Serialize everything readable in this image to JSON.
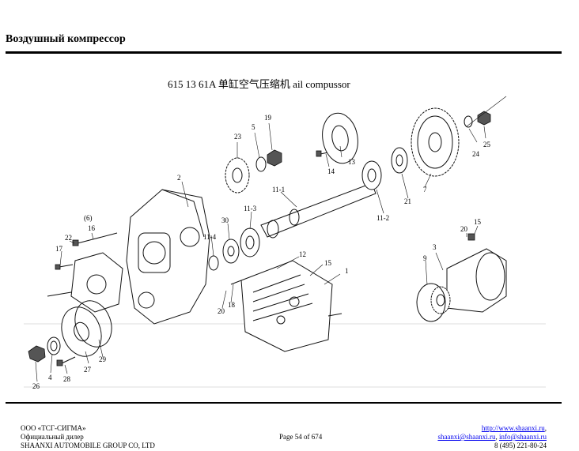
{
  "page": {
    "title": "Воздушный компрессор"
  },
  "diagram": {
    "title": "615 13 61A 单缸空气压缩机 ail compussor",
    "labels": {
      "l1": "1",
      "l2": "2",
      "l3": "3",
      "l4": "4",
      "l5": "5",
      "l6": "(6)",
      "l7": "7",
      "l9": "9",
      "l11_1": "11-1",
      "l11_2": "11-2",
      "l11_3": "11-3",
      "l11_4": "11-4",
      "l12": "12",
      "l13": "13",
      "l14": "14",
      "l15a": "15",
      "l15b": "15",
      "l16": "16",
      "l17": "17",
      "l18": "18",
      "l19": "19",
      "l20a": "20",
      "l20b": "20",
      "l21": "21",
      "l22": "22",
      "l23": "23",
      "l24": "24",
      "l25": "25",
      "l26": "26",
      "l27": "27",
      "l28": "28",
      "l29": "29",
      "l30": "30"
    }
  },
  "footer": {
    "company": "ООО «ТСГ-СИГМА»",
    "dealer": "Официальный дилер",
    "group": "SHAANXI AUTOMOBILE GROUP CO, LTD",
    "page_info": "Page 54 of 674",
    "website": "http://www.shaanxi.ru",
    "website_suffix": ",",
    "email1": "shaanxi@shaanxi.ru",
    "email_sep": ", ",
    "email2": "info@shaanxi.ru",
    "phone": "8 (495) 221-80-24"
  }
}
